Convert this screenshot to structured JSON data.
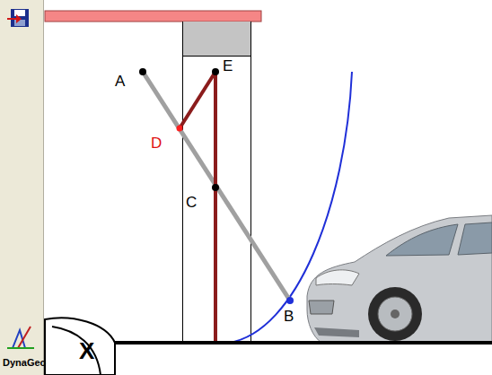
{
  "diagram": {
    "labels": [
      "A",
      "E",
      "D",
      "C",
      "B",
      "DynaGeo",
      "X"
    ]
  }
}
